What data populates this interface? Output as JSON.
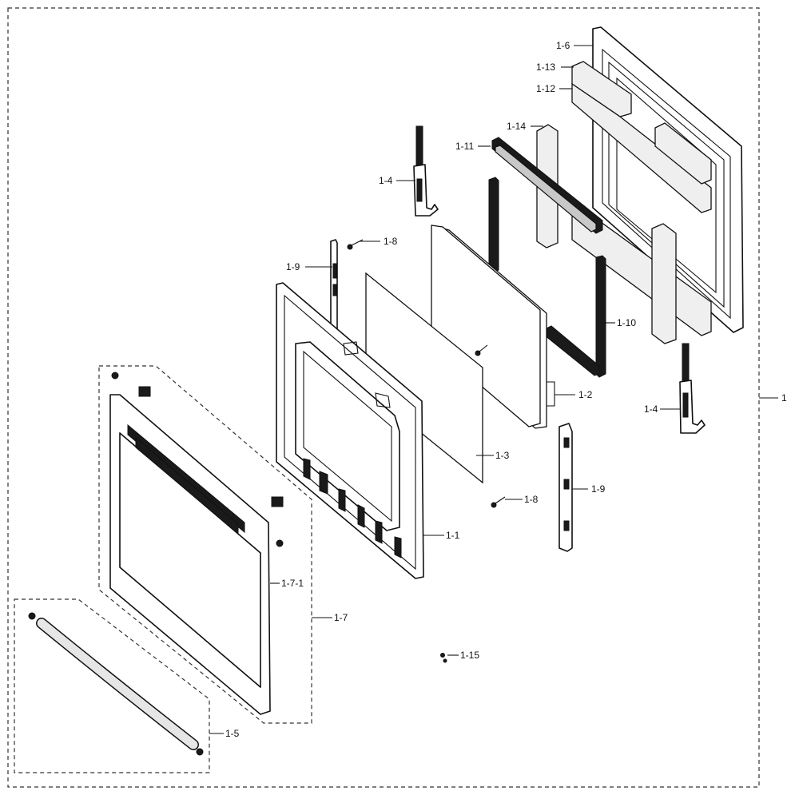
{
  "diagram": {
    "labels": {
      "1": "1",
      "1_1": "1-1",
      "1_2": "1-2",
      "1_3": "1-3",
      "1_4_top": "1-4",
      "1_4_right": "1-4",
      "1_5": "1-5",
      "1_6": "1-6",
      "1_7": "1-7",
      "1_7_1": "1-7-1",
      "1_8_top": "1-8",
      "1_8_bottom": "1-8",
      "1_9_left": "1-9",
      "1_9_right": "1-9",
      "1_10": "1-10",
      "1_11": "1-11",
      "1_12": "1-12",
      "1_13": "1-13",
      "1_14": "1-14",
      "1_15": "1-15"
    }
  }
}
